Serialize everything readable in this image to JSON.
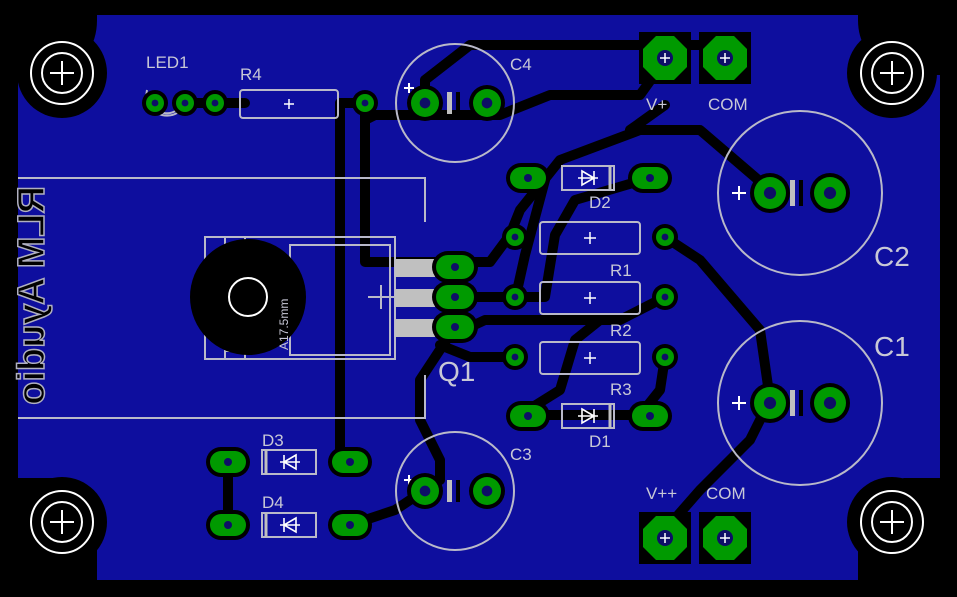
{
  "board": {
    "background": "#000000",
    "copper_color": "#0e0e9e",
    "pad_color": "#00a000",
    "silk_color": "#c0c0d0"
  },
  "labels": {
    "led1": "LED1",
    "r4": "R4",
    "c4": "C4",
    "vplus": "V+",
    "com_top": "COM",
    "d2": "D2",
    "c2": "C2",
    "c1": "C1",
    "r1": "R1",
    "r2": "R2",
    "r3": "R3",
    "q1": "Q1",
    "q1_value": "A17.5mm",
    "d1": "D1",
    "c3": "C3",
    "d3": "D3",
    "d4": "D4",
    "vplusplus": "V++",
    "com_bottom": "COM",
    "mirror_text": "RLM Ayudio"
  },
  "icons": {
    "mounting_hole": "mounting-hole-icon",
    "diode": "diode-symbol-icon",
    "plus": "plus-marker-icon"
  }
}
